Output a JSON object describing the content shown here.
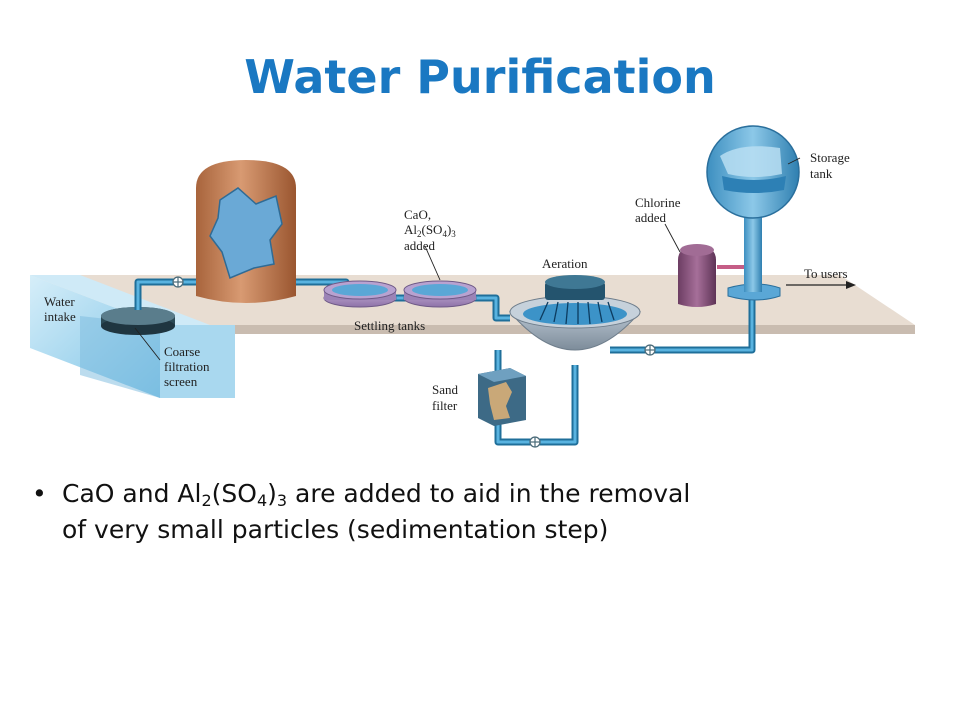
{
  "title": "Water Purification",
  "diagram": {
    "labels": {
      "water_intake_1": "Water",
      "water_intake_2": "intake",
      "coarse_1": "Coarse",
      "coarse_2": "filtration",
      "coarse_3": "screen",
      "chem_1": "CaO,",
      "chem_2_a": "Al",
      "chem_2_b": "2",
      "chem_2_c": "(SO",
      "chem_2_d": "4",
      "chem_2_e": ")",
      "chem_2_f": "3",
      "chem_3": "added",
      "settling": "Settling tanks",
      "aeration": "Aeration",
      "sand_1": "Sand",
      "sand_2": "filter",
      "chlorine_1": "Chlorine",
      "chlorine_2": "added",
      "storage_1": "Storage",
      "storage_2": "tank",
      "to_users": "To users"
    }
  },
  "bullet": {
    "p1": "CaO and Al",
    "s1": "2",
    "p2": "(SO",
    "s2": "4",
    "p3": ")",
    "s3": "3",
    "p4": " are added to aid in the removal",
    "line2": "of very small particles (sedimentation  step)"
  }
}
